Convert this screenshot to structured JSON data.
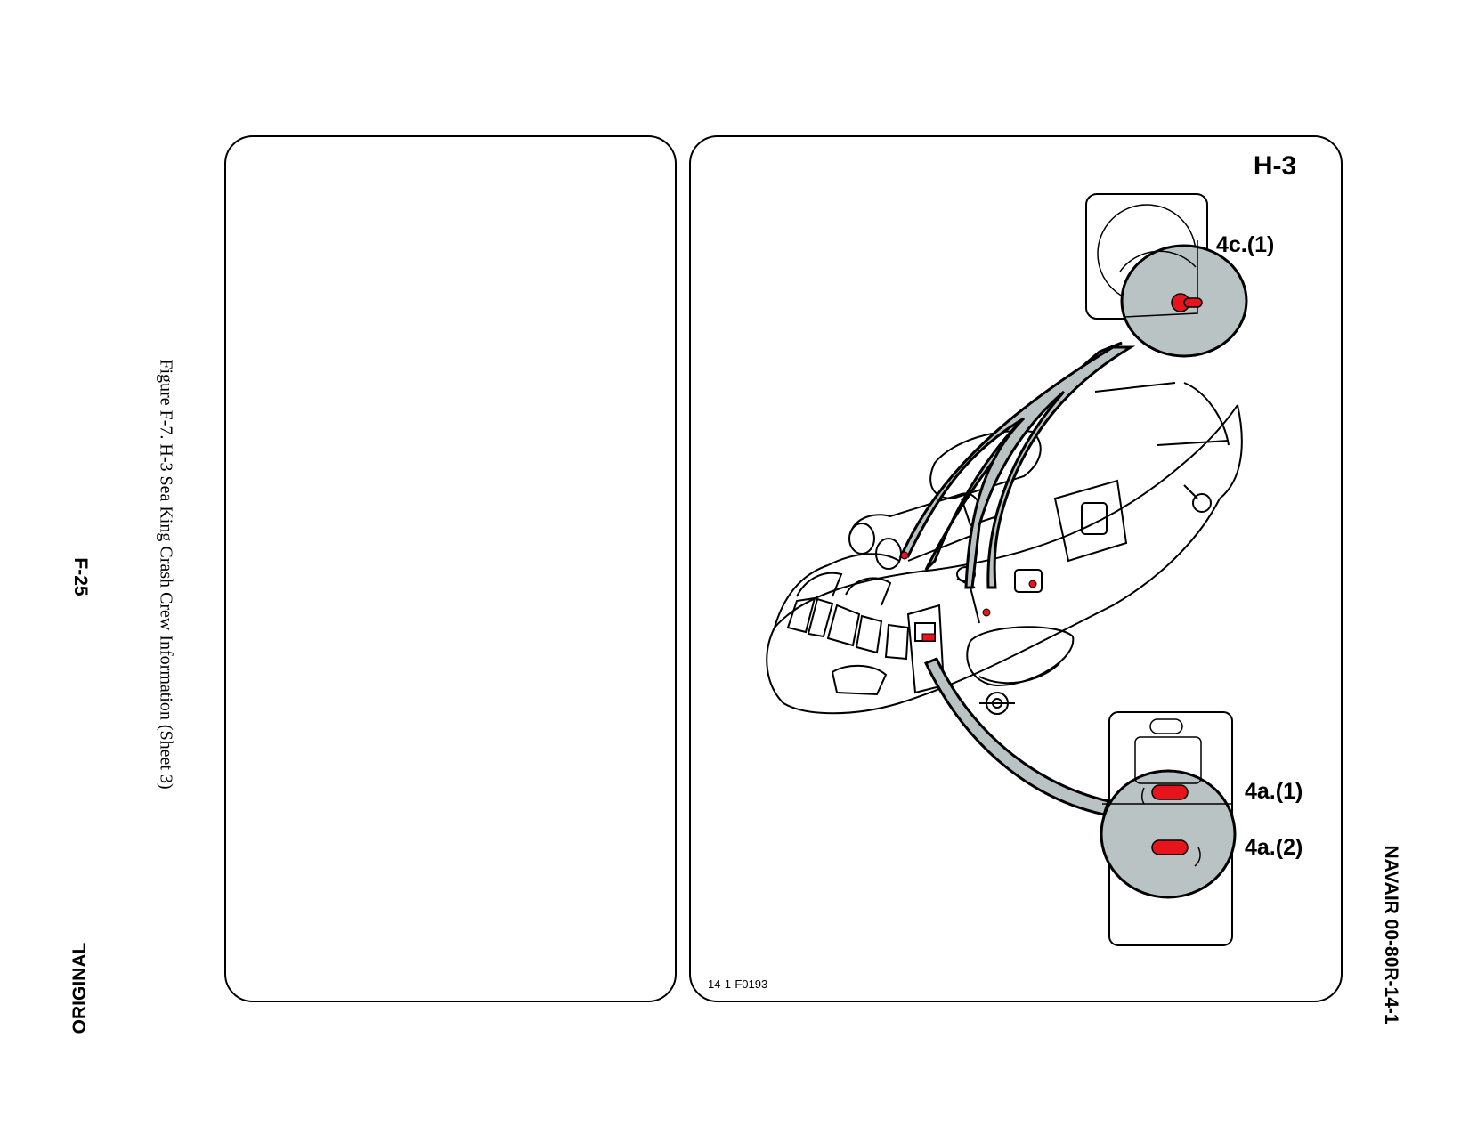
{
  "footer": {
    "original": "ORIGINAL",
    "page_number": "F-25",
    "doc_number": "NAVAIR 00-80R-14-1"
  },
  "caption": "Figure F-7.  H-3 Sea King Crash Crew Information (Sheet 3)",
  "figure": {
    "aircraft_label": "H-3",
    "callouts": {
      "upper": "4c.(1)",
      "mid": "4a.(1)",
      "lower": "4a.(2)"
    },
    "figure_code": "14-1-F0193",
    "colors": {
      "highlight": "#e8141c",
      "shade": "#b9c3c3",
      "line": "#000000"
    }
  }
}
